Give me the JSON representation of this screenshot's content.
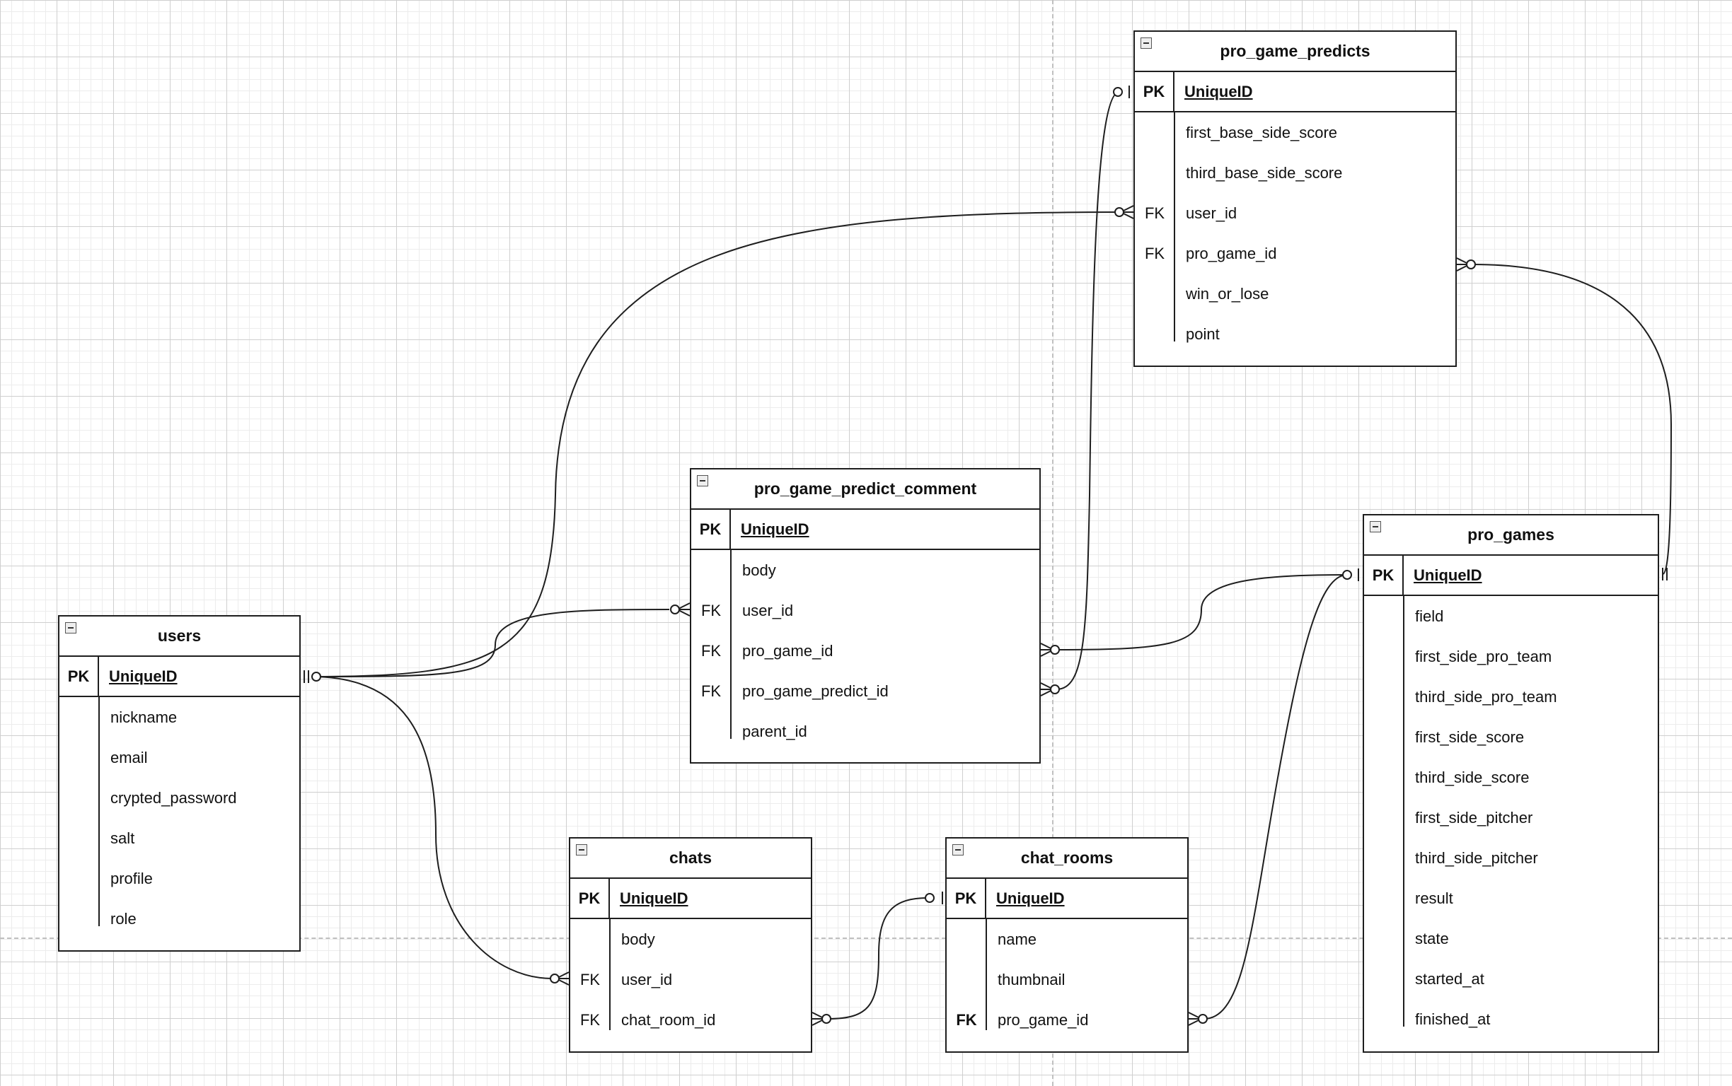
{
  "tables": [
    {
      "id": "users",
      "title": "users",
      "pk_label": "PK",
      "pk_name": "UniqueID",
      "fields": [
        {
          "key": "",
          "name": "nickname"
        },
        {
          "key": "",
          "name": "email"
        },
        {
          "key": "",
          "name": "crypted_password"
        },
        {
          "key": "",
          "name": "salt"
        },
        {
          "key": "",
          "name": "profile"
        },
        {
          "key": "",
          "name": "role"
        }
      ]
    },
    {
      "id": "pro_game_predicts",
      "title": "pro_game_predicts",
      "pk_label": "PK",
      "pk_name": "UniqueID",
      "fields": [
        {
          "key": "",
          "name": "first_base_side_score"
        },
        {
          "key": "",
          "name": "third_base_side_score"
        },
        {
          "key": "FK",
          "name": "user_id"
        },
        {
          "key": "FK",
          "name": "pro_game_id"
        },
        {
          "key": "",
          "name": "win_or_lose"
        },
        {
          "key": "",
          "name": "point"
        }
      ]
    },
    {
      "id": "pro_game_predict_comment",
      "title": "pro_game_predict_comment",
      "pk_label": "PK",
      "pk_name": "UniqueID",
      "fields": [
        {
          "key": "",
          "name": "body"
        },
        {
          "key": "FK",
          "name": "user_id"
        },
        {
          "key": "FK",
          "name": "pro_game_id"
        },
        {
          "key": "FK",
          "name": "pro_game_predict_id"
        },
        {
          "key": "",
          "name": "parent_id"
        }
      ]
    },
    {
      "id": "pro_games",
      "title": "pro_games",
      "pk_label": "PK",
      "pk_name": "UniqueID",
      "fields": [
        {
          "key": "",
          "name": "field"
        },
        {
          "key": "",
          "name": "first_side_pro_team"
        },
        {
          "key": "",
          "name": "third_side_pro_team"
        },
        {
          "key": "",
          "name": "first_side_score"
        },
        {
          "key": "",
          "name": "third_side_score"
        },
        {
          "key": "",
          "name": "first_side_pitcher"
        },
        {
          "key": "",
          "name": "third_side_pitcher"
        },
        {
          "key": "",
          "name": "result"
        },
        {
          "key": "",
          "name": "state"
        },
        {
          "key": "",
          "name": "started_at"
        },
        {
          "key": "",
          "name": "finished_at"
        }
      ]
    },
    {
      "id": "chats",
      "title": "chats",
      "pk_label": "PK",
      "pk_name": "UniqueID",
      "fields": [
        {
          "key": "",
          "name": "body"
        },
        {
          "key": "FK",
          "name": "user_id"
        },
        {
          "key": "FK",
          "name": "chat_room_id"
        }
      ]
    },
    {
      "id": "chat_rooms",
      "title": "chat_rooms",
      "pk_label": "PK",
      "pk_name": "UniqueID",
      "fields": [
        {
          "key": "",
          "name": "name"
        },
        {
          "key": "",
          "name": "thumbnail"
        },
        {
          "key": "FK",
          "name": "pro_game_id"
        }
      ]
    }
  ],
  "relationships": [
    {
      "from": "users.UniqueID",
      "to": "pro_game_predicts.user_id",
      "cardinality": "one-to-zero-or-many"
    },
    {
      "from": "users.UniqueID",
      "to": "pro_game_predict_comment.user_id",
      "cardinality": "one-to-zero-or-many"
    },
    {
      "from": "users.UniqueID",
      "to": "chats.user_id",
      "cardinality": "one-to-zero-or-many"
    },
    {
      "from": "chat_rooms.UniqueID",
      "to": "chats.chat_room_id",
      "cardinality": "zero-or-one-to-zero-or-many"
    },
    {
      "from": "pro_games.UniqueID",
      "to": "chat_rooms.pro_game_id",
      "cardinality": "zero-or-one-to-zero-or-many"
    },
    {
      "from": "pro_games.UniqueID",
      "to": "pro_game_predict_comment.pro_game_id",
      "cardinality": "zero-or-one-to-zero-or-many"
    },
    {
      "from": "pro_game_predicts.UniqueID",
      "to": "pro_game_predict_comment.pro_game_predict_id",
      "cardinality": "zero-or-one-to-zero-or-many"
    },
    {
      "from": "pro_games.UniqueID",
      "to": "pro_game_predicts.pro_game_id",
      "cardinality": "one-to-zero-or-many"
    }
  ],
  "colors": {
    "line": "#1e1e1e",
    "grid_major": "#cfcfcf",
    "grid_minor": "#ececec",
    "background": "#ffffff"
  }
}
